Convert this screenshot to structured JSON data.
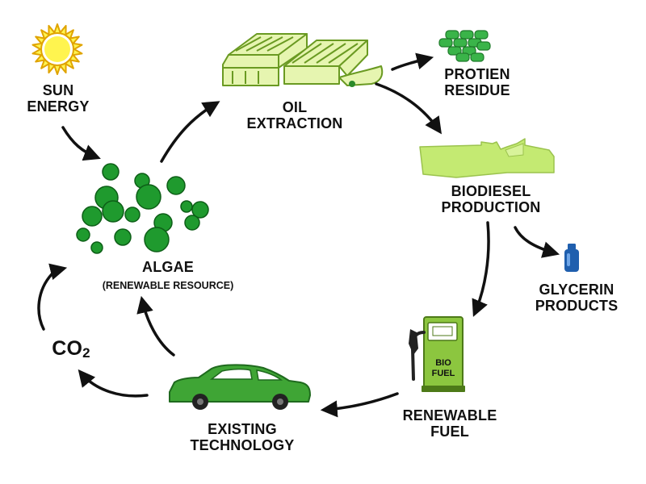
{
  "nodes": {
    "sun": {
      "line1": "SUN",
      "line2": "ENERGY"
    },
    "algae": {
      "line1": "ALGAE",
      "line2": "(RENEWABLE RESOURCE)"
    },
    "oil": {
      "line1": "OIL",
      "line2": "EXTRACTION"
    },
    "protein": {
      "line1": "PROTIEN",
      "line2": "RESIDUE"
    },
    "biodiesel": {
      "line1": "BIODIESEL",
      "line2": "PRODUCTION"
    },
    "glycerin": {
      "line1": "GLYCERIN",
      "line2": "PRODUCTS"
    },
    "fuel": {
      "line1": "RENEWABLE",
      "line2": "FUEL"
    },
    "pump": {
      "line1": "BIO",
      "line2": "FUEL"
    },
    "car": {
      "line1": "EXISTING",
      "line2": "TECHNOLOGY"
    },
    "co2": {
      "main": "CO",
      "sub": "2"
    }
  },
  "colors": {
    "arrow": "#111111",
    "sun_fill": "#fff44f",
    "sun_stroke": "#e0a400",
    "algae_fill": "#1f9a2e",
    "algae_stroke": "#0d5e17",
    "extractor_fill": "#e6f5b0",
    "extractor_stroke": "#6a9a22",
    "protein_fill": "#3ab449",
    "biodiesel_fill": "#c4ea72",
    "glycerin_bottle": "#1f5fae",
    "pump_fill": "#8cc63f",
    "car_fill": "#3fa535"
  },
  "icons": [
    "sun-icon",
    "algae-cluster-icon",
    "oil-extractor-icon",
    "protein-residue-icon",
    "biodiesel-facility-icon",
    "glycerin-bottle-icon",
    "fuel-pump-icon",
    "car-icon"
  ]
}
